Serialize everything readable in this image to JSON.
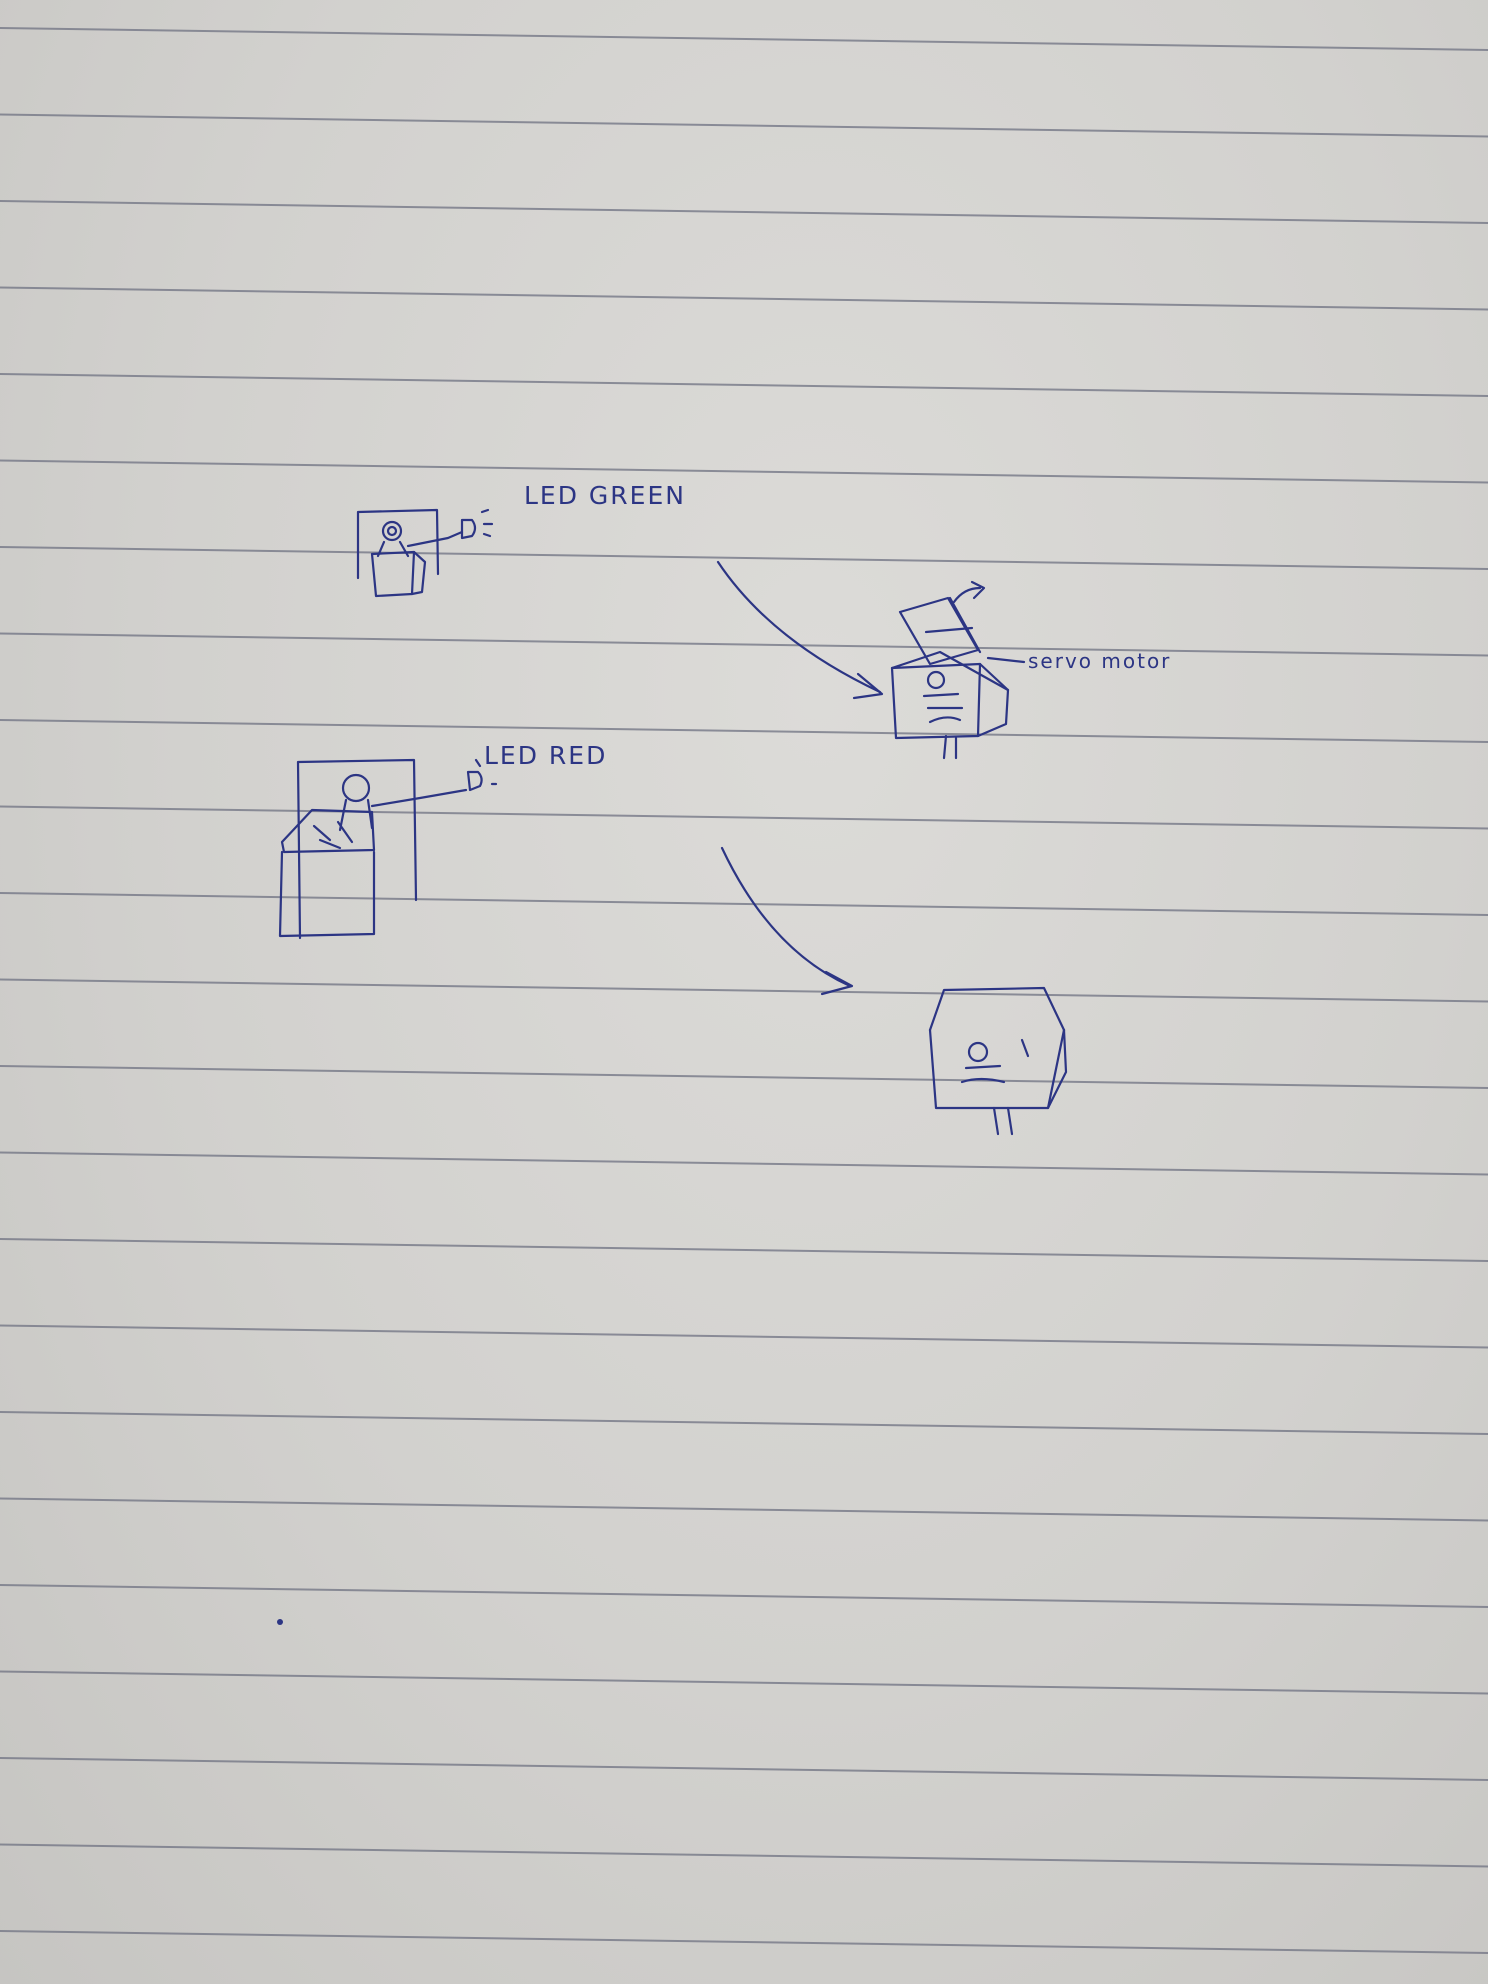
{
  "paper": {
    "ruling": "lined notebook",
    "line_color": "#6f7282",
    "ink_color": "#2c3584"
  },
  "labels": {
    "led_green": "LED GREEN",
    "servo_motor": "servo motor",
    "led_red": "LED RED"
  }
}
